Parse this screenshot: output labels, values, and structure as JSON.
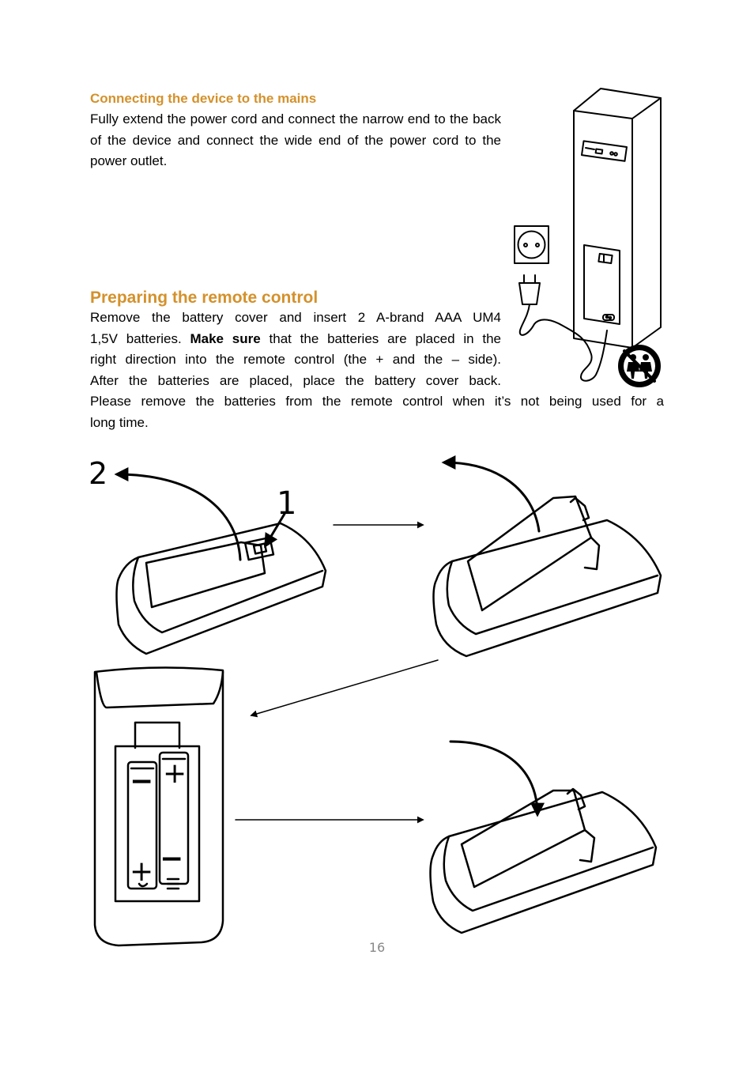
{
  "section1": {
    "heading": "Connecting the device to the mains",
    "body": "Fully extend the power cord and connect the narrow end to the back of the device and connect the wide end of the power cord to the power outlet."
  },
  "section2": {
    "heading": "Preparing the remote control",
    "line1": "Remove the battery cover and insert 2 A-brand AAA UM4",
    "line2_pre": "1,5V batteries. ",
    "line2_bold": "Make sure",
    "line2_post": " that the batteries are placed in the",
    "line3": "right direction into the remote control (the + and the – side).",
    "line4": "After the batteries are placed, place the battery cover back.",
    "line5": "Please remove the batteries from the remote control when it’s not being used for a",
    "line6": "long time."
  },
  "figure": {
    "step1": "1",
    "step2": "2",
    "plus": "+",
    "minus": "−"
  },
  "page_number": "16"
}
